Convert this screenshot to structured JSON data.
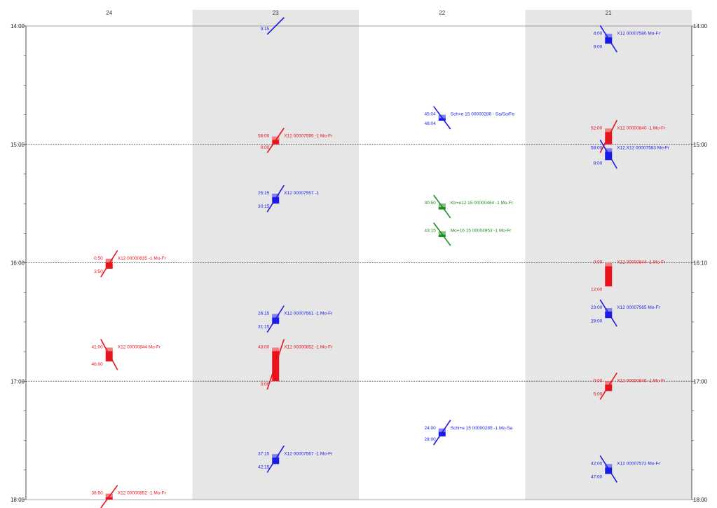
{
  "chart_data": {
    "type": "scatter",
    "columns": [
      "24",
      "23",
      "22",
      "21"
    ],
    "shaded_columns": [
      1,
      3
    ],
    "y_ticks": {
      "left": [
        "14:00",
        "15:00",
        "16:00",
        "17:00",
        "18:00"
      ],
      "right": [
        "14:00",
        "15:00",
        "16:10",
        "17:00",
        "18:00"
      ]
    },
    "y_range_minutes": [
      0,
      240
    ],
    "grid": "dotted horizontal lines at each hour",
    "colors": {
      "red": "#e8141c",
      "blue": "#1a1ae6",
      "green": "#1e8c1e",
      "shade": "#e6e6e6"
    },
    "events": [
      {
        "col": 0,
        "color": "red",
        "start": 118,
        "end": 123,
        "slope": "up",
        "label": "X12 00000835 -1 Mo-Fr",
        "time_top": "0:50",
        "time_bottom": "3:50"
      },
      {
        "col": 0,
        "color": "red",
        "start": 163,
        "end": 170,
        "slope": "down",
        "label": "X12 00000844 Mo-Fr",
        "time_top": "41:00",
        "time_bottom": "46:00"
      },
      {
        "col": 0,
        "color": "red",
        "start": 237,
        "end": 240,
        "slope": "up",
        "label": "X12 00000852 -1 Mo-Fr",
        "time_top": "38:50",
        "time_bottom": ""
      },
      {
        "col": 1,
        "color": "blue",
        "start": -2,
        "end": 0,
        "slope": "up",
        "label": "",
        "time_top": "",
        "time_bottom": "9:15"
      },
      {
        "col": 1,
        "color": "red",
        "start": 56,
        "end": 60,
        "slope": "up",
        "label": "X12 00007595 -1 Mo-Fr",
        "time_top": "56:00",
        "time_bottom": "0:00"
      },
      {
        "col": 1,
        "color": "blue",
        "start": 85,
        "end": 90,
        "slope": "up",
        "label": "X12 00007557 -1",
        "time_top": "25:15",
        "time_bottom": "30:15"
      },
      {
        "col": 1,
        "color": "blue",
        "start": 146,
        "end": 151,
        "slope": "up",
        "label": "X12 00007561 -1 Mo-Fr",
        "time_top": "26:15",
        "time_bottom": "31:15"
      },
      {
        "col": 1,
        "color": "red",
        "start": 163,
        "end": 180,
        "slope": "up",
        "label": "X12 00000852 -1 Mo-Fr",
        "time_top": "43:00",
        "time_bottom": "0:00"
      },
      {
        "col": 1,
        "color": "blue",
        "start": 217,
        "end": 222,
        "slope": "up",
        "label": "X12 00007567 -1 Mo-Fr",
        "time_top": "37:15",
        "time_bottom": "42:15"
      },
      {
        "col": 2,
        "color": "blue",
        "start": 45,
        "end": 48,
        "slope": "down",
        "label": "Sch+e 15 00000286 - Sa/So/Fe",
        "time_top": "45:04",
        "time_bottom": "48:04"
      },
      {
        "col": 2,
        "color": "green",
        "start": 90,
        "end": 93,
        "slope": "down",
        "label": "Kb+e12 15 00000464 -1 Mo-Fr",
        "time_top": "30:50",
        "time_bottom": ""
      },
      {
        "col": 2,
        "color": "green",
        "start": 104,
        "end": 107,
        "slope": "down",
        "label": "Mo+16 15 00004953 -1 Mo-Fr",
        "time_top": "43:15",
        "time_bottom": ""
      },
      {
        "col": 2,
        "color": "blue",
        "start": 204,
        "end": 208,
        "slope": "up",
        "label": "Schi+e 15 00000285 -1 Mo-Sa",
        "time_top": "24:00",
        "time_bottom": "28:00"
      },
      {
        "col": 3,
        "color": "blue",
        "start": 4,
        "end": 9,
        "slope": "down",
        "label": "X12 00007580 Mo-Fr",
        "time_top": "4:00",
        "time_bottom": "9:00"
      },
      {
        "col": 3,
        "color": "red",
        "start": 52,
        "end": 60,
        "slope": "up",
        "label": "X12 00000840 -1 Mo-Fr",
        "time_top": "52:00",
        "time_bottom": ""
      },
      {
        "col": 3,
        "color": "blue",
        "start": 62,
        "end": 68,
        "slope": "down",
        "label": "X12,X12 00007583 Mo-Fr",
        "time_top": "58:00",
        "time_bottom": "8:00"
      },
      {
        "col": 3,
        "color": "red",
        "start": 120,
        "end": 132,
        "slope": "none",
        "label": "X12 00000844 -1 Mo-Fr",
        "time_top": "0:00",
        "time_bottom": "12:00"
      },
      {
        "col": 3,
        "color": "blue",
        "start": 143,
        "end": 148,
        "slope": "down",
        "label": "X12 00007565 Mo-Fr",
        "time_top": "23:00",
        "time_bottom": "28:00"
      },
      {
        "col": 3,
        "color": "red",
        "start": 180,
        "end": 185,
        "slope": "up",
        "label": "X12 00000846 -1 Mo-Fr",
        "time_top": "0:00",
        "time_bottom": "5:00"
      },
      {
        "col": 3,
        "color": "blue",
        "start": 222,
        "end": 227,
        "slope": "down",
        "label": "X12 00007572 Mo-Fr",
        "time_top": "42:00",
        "time_bottom": "47:00"
      }
    ]
  }
}
